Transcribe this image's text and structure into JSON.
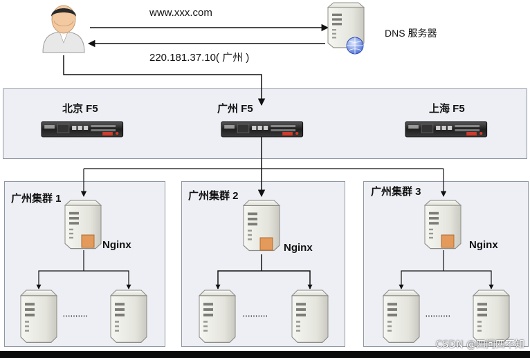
{
  "user": {
    "icon": "user-icon"
  },
  "request_domain": "www.xxx.com",
  "dns_response": "220.181.37.10( 广州 )",
  "dns_server": {
    "label": "DNS 服务器",
    "icon": "dns-server-icon"
  },
  "f5_region": {
    "devices": [
      {
        "label": "北京 F5",
        "icon": "f5-load-balancer-icon"
      },
      {
        "label": "广州 F5",
        "icon": "f5-load-balancer-icon"
      },
      {
        "label": "上海 F5",
        "icon": "f5-load-balancer-icon"
      }
    ]
  },
  "clusters": [
    {
      "title": "广州集群 1",
      "nginx_label": "Nginx",
      "ellipsis": "··········"
    },
    {
      "title": "广州集群 2",
      "nginx_label": "Nginx",
      "ellipsis": "··········"
    },
    {
      "title": "广州集群 3",
      "nginx_label": "Nginx",
      "ellipsis": "··········"
    }
  ],
  "colors": {
    "panel_bg": "#edeff4",
    "panel_border": "#8f96a3",
    "server_body": "#e9e9e3",
    "nginx_badge": "#e39a5a",
    "rack_led": "#d23a2a"
  },
  "watermark": "CSDN @四问四不知"
}
